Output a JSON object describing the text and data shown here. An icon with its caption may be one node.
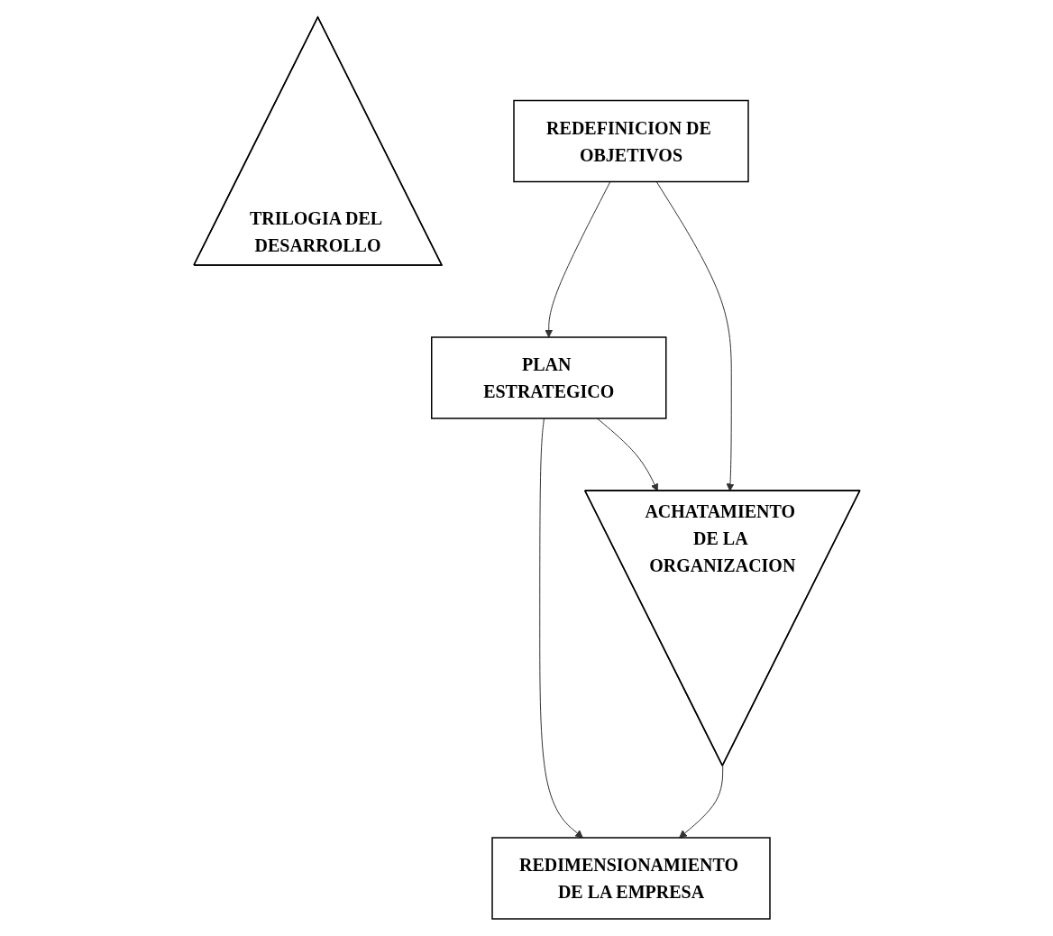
{
  "diagram": {
    "nodes": [
      {
        "text": [
          "PLAN ESTRATEGICO"
        ]
      },
      {
        "text": [
          "ACHATAMIENTO DE LA ORGANIZACION"
        ]
      },
      {
        "text": [
          "REDIMENSIONAMIENTO DE LA EMPRESA"
        ]
      },
      {
        "text": [
          "TRILOGIA DEL DESARROLLO"
        ]
      },
      {
        "text": [
          "REDEFINICION DE OBJETIVOS"
        ]
      }
    ],
    "edges": [
      {
        "from": 0,
        "to": 1,
        "arrow": "to"
      },
      {
        "from": 0,
        "to": 2,
        "arrow": "to"
      },
      {
        "from": 1,
        "to": 2,
        "arrow": "to"
      },
      {
        "from": 4,
        "to": 0,
        "arrow": "to"
      },
      {
        "from": 4,
        "to": 1,
        "arrow": "to"
      }
    ]
  }
}
